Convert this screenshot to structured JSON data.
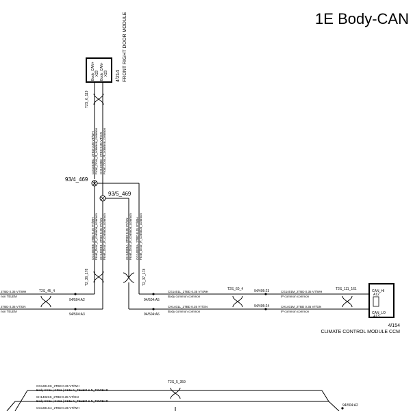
{
  "title": "1E Body-CAN",
  "front_door_module": {
    "name": "FRONT RIGHT DOOR MODULE",
    "ref": "4/214",
    "pin1": [
      "Body_CAN+",
      "X22"
    ],
    "pin2": [
      "Body_CAN-",
      "X23"
    ]
  },
  "climate_module": {
    "name": "CLIMATE CONTROL MODULE CCM",
    "ref": "4/154",
    "pin_hi": [
      "CAN_HI",
      "A12"
    ],
    "pin_lo": [
      "CAN_LO",
      "A13"
    ]
  },
  "twists": {
    "t1": "T2S_6_119",
    "t2": "T2S_45_4",
    "t3": "T2_36_178",
    "t4": "T2_37_178",
    "t5": "T2S_60_4",
    "t6": "T2S_111_161",
    "t7": "T2S_5_359"
  },
  "splices": {
    "s1": "93/4_469",
    "s2": "93/5_469"
  },
  "connectors": {
    "c1": "94/504:A2",
    "c2": "94/504:A3",
    "c3": "94/504:A5",
    "c4": "94/504:A6",
    "c5": "94/405:23",
    "c6": "94/405:24",
    "c7": "94/504:A2"
  },
  "wires": {
    "w_v1a": "CG1403BC_2TBD 0.35 VT/WH",
    "w_v1b": "Front_Door_R_common_common",
    "w_v2a": "CH1403BC_2TBD 0.35 VT/GN",
    "w_v2b": "Front_Door_R_common_common",
    "w_v3a": "CG1403BB_2TBD 0.35 VT/WH",
    "w_v3b": "Front_Door_R_common_common",
    "w_v4a": "CH1403BB_2TBD 0.35 VT/GN",
    "w_v4b": "Front_Door_R_common_common",
    "w_v5a": "CH1403BA_2TBD 0.35 VT/GN",
    "w_v5b": "Front_Door_R_common_common",
    "w_v6a": "CG1403BA_2TBD 0.35 VT/WH",
    "w_v6b": "Front_Door_R_common_common",
    "w_l1a": "2TBD 0.35 VT/WH",
    "w_l1b": "non   TELEM",
    "w_l2a": "2TBD 0.35 VT/GN",
    "w_l2b": "non   TELEM",
    "w_m1a": "CG1401L_2TBD 0.35 VT/WH",
    "w_m1b": "Body   common   common",
    "w_m2a": "CH1401L_2TBD 0.35 VT/GN",
    "w_m2b": "Body   common   common",
    "w_r1a": "CG1401M_2TBD 0.35 VT/WH",
    "w_r1b": "IP   common   common",
    "w_r2a": "CH1401M_2TBD 0.35 VT/GN",
    "w_r2b": "IP   common   common",
    "w_b1a": "CG1401CK_2TBD 0.35 VT/WH",
    "w_b1b": "Body   CC11 | CR11 | CS11   N_TELEM & N_TOWBAR",
    "w_b2a": "CH1402CK_2TBD 0.35 VT/GN",
    "w_b2b": "Body   CC11 | CH11 | CS11   N_TELEM & N_TOWBAR",
    "w_b3a": "CG1401CA_2TBD 0.35 VT/WH"
  }
}
